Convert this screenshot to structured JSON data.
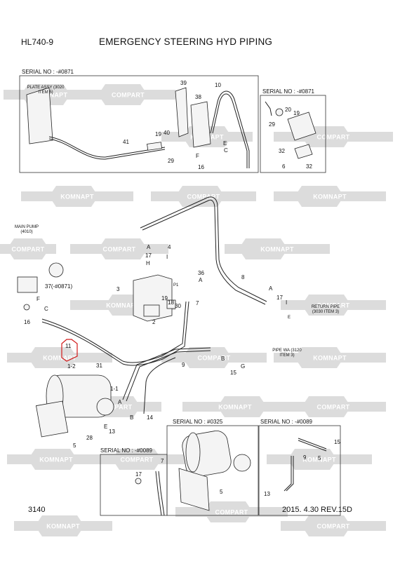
{
  "header": {
    "model": "HL740-9",
    "title": "EMERGENCY STEERING HYD PIPING"
  },
  "footer": {
    "page": "3140",
    "revision": "2015. 4.30  REV.15D"
  },
  "watermarks": [
    "KOMNAPT",
    "COMPART"
  ],
  "serials": {
    "top_left": "SERIAL NO : -#0871",
    "top_right": "SERIAL NO : -#0871",
    "bottom_mid": "SERIAL NO : #0325",
    "bottom_right": "SERIAL NO : -#0089",
    "bottom_left": "SERIAL NO : -#0089"
  },
  "notes": {
    "plate_assy": "PLATE ASSY (3020 ITEM 5)",
    "main_pump": "MAIN PUMP (4010)",
    "return_pipe": "RETURN PIPE (3030 ITEM 3)",
    "pipe_wa": "PIPE WA (3120 ITEM 3)"
  },
  "callouts": [
    "39",
    "38",
    "10",
    "19",
    "40",
    "41",
    "29",
    "F",
    "C",
    "16",
    "E",
    "20",
    "19",
    "29",
    "32",
    "6",
    "32",
    "4",
    "A",
    "17",
    "I",
    "H",
    "36",
    "A",
    "P1",
    "3",
    "19",
    "18",
    "30",
    "7",
    "2",
    "8",
    "A",
    "17",
    "I",
    "E",
    "37(-#0871)",
    "F",
    "C",
    "16",
    "11",
    "9",
    "B",
    "15",
    "G",
    "1-2",
    "31",
    "1-1",
    "A",
    "B",
    "13",
    "14",
    "28",
    "E",
    "5",
    "7",
    "17",
    "5",
    "9",
    "15",
    "13",
    "5"
  ],
  "highlight": {
    "callout": "11",
    "color": "#d11a1a"
  }
}
